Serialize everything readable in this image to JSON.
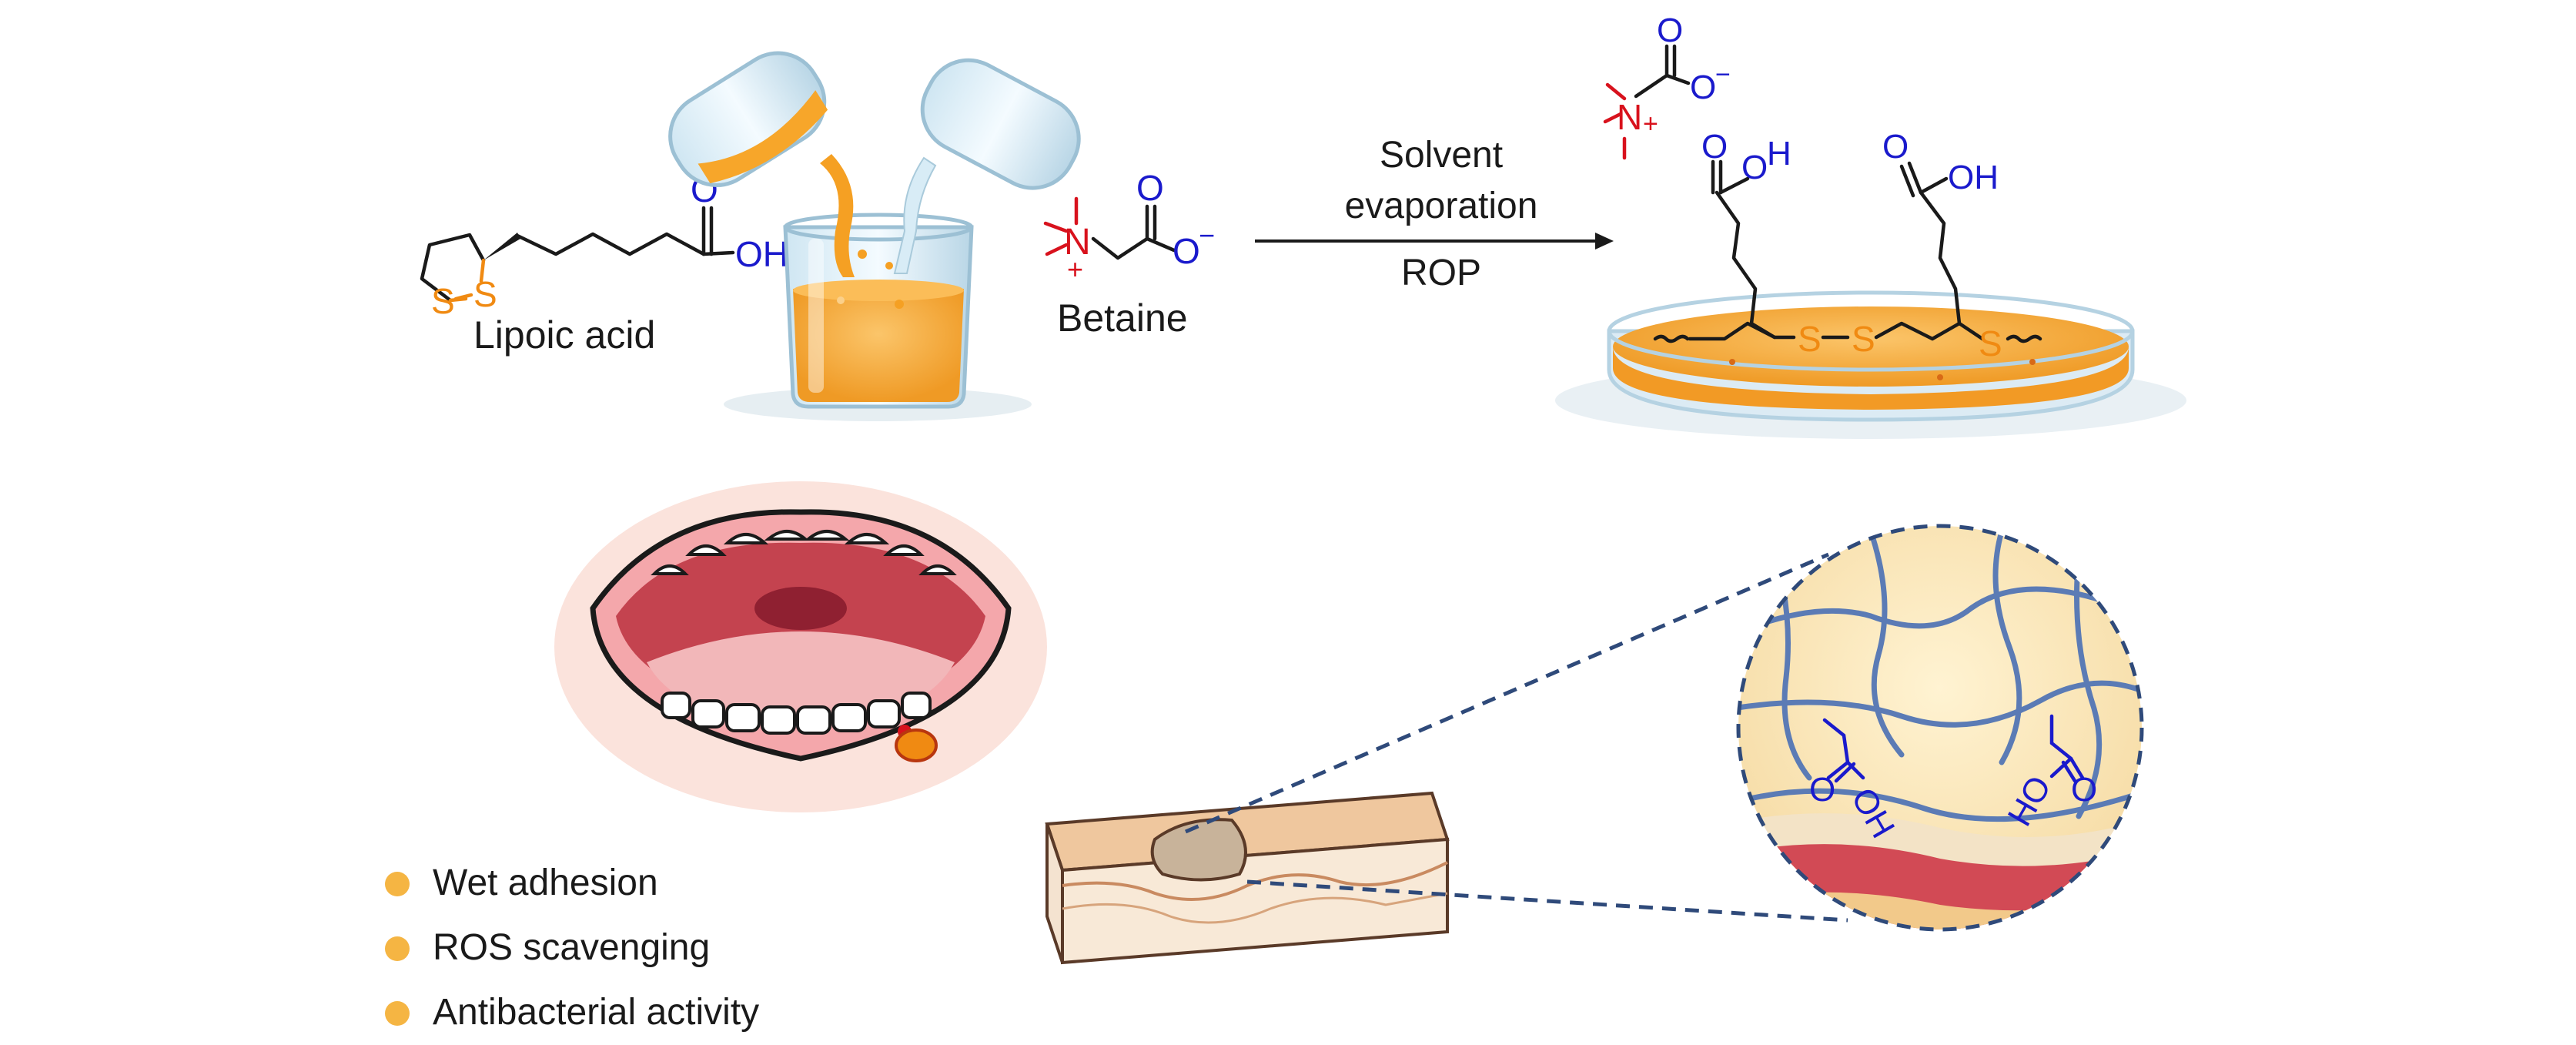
{
  "reaction": {
    "lipoic_acid_label": "Lipoic acid",
    "betaine_label": "Betaine",
    "arrow_top_1": "Solvent",
    "arrow_top_2": "evaporation",
    "arrow_bottom": "ROP"
  },
  "atoms": {
    "O": "O",
    "OH": "OH",
    "O_minus": "O",
    "minus": "−",
    "plus": "+",
    "N": "N",
    "S": "S",
    "H": "H",
    "HO": "HO"
  },
  "features": [
    "Wet adhesion",
    "ROS scavenging",
    "Antibacterial activity"
  ],
  "colors": {
    "heteroatom_blue": "#1a1acc",
    "nitrogen_red": "#d8121d",
    "sulfur_orange": "#f08a12",
    "gel_orange": "#f5a623",
    "bullet": "#f5b543",
    "network_line": "#5b7bb5",
    "dash_line": "#2f4a7a"
  },
  "icons": [
    "beaker-icon",
    "test-tube-icon",
    "petri-dish-icon",
    "open-mouth-icon",
    "skin-block-icon",
    "magnifier-circle-icon"
  ]
}
